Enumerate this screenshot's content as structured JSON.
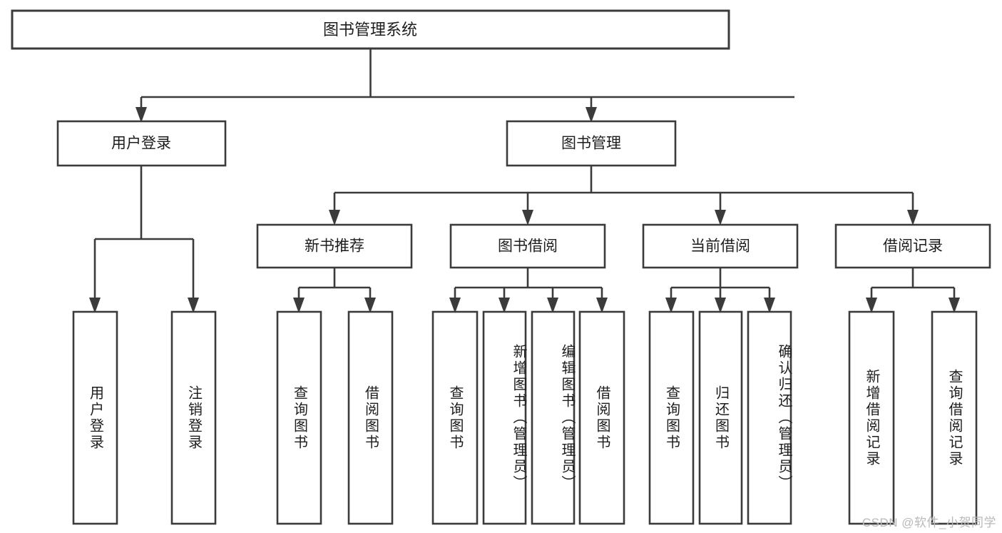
{
  "diagram": {
    "title": "图书管理系统",
    "type": "tree-hierarchy-chart",
    "watermark": "CSDN @软件_小贺同学",
    "colors": {
      "stroke": "#3b3b3b",
      "fill": "#ffffff",
      "text": "#1d1d1d",
      "watermark": "#b9b9b9"
    },
    "root": {
      "label": "图书管理系统"
    },
    "level2": [
      {
        "label": "用户登录"
      },
      {
        "label": "图书管理"
      }
    ],
    "level3": [
      {
        "label": "新书推荐"
      },
      {
        "label": "图书借阅"
      },
      {
        "label": "当前借阅"
      },
      {
        "label": "借阅记录"
      }
    ],
    "leaves": {
      "user_login": [
        {
          "label": "用户登录"
        },
        {
          "label": "注销登录"
        }
      ],
      "new_book": [
        {
          "label": "查询图书"
        },
        {
          "label": "借阅图书"
        }
      ],
      "book_borrow": [
        {
          "label": "查询图书"
        },
        {
          "label": "新增图书（管理员）"
        },
        {
          "label": "编辑图书（管理员）"
        },
        {
          "label": "借阅图书"
        }
      ],
      "current_borrow": [
        {
          "label": "查询图书"
        },
        {
          "label": "归还图书"
        },
        {
          "label": "确认归还（管理员）"
        }
      ],
      "borrow_record": [
        {
          "label": "新增借阅记录"
        },
        {
          "label": "查询借阅记录"
        }
      ]
    }
  }
}
